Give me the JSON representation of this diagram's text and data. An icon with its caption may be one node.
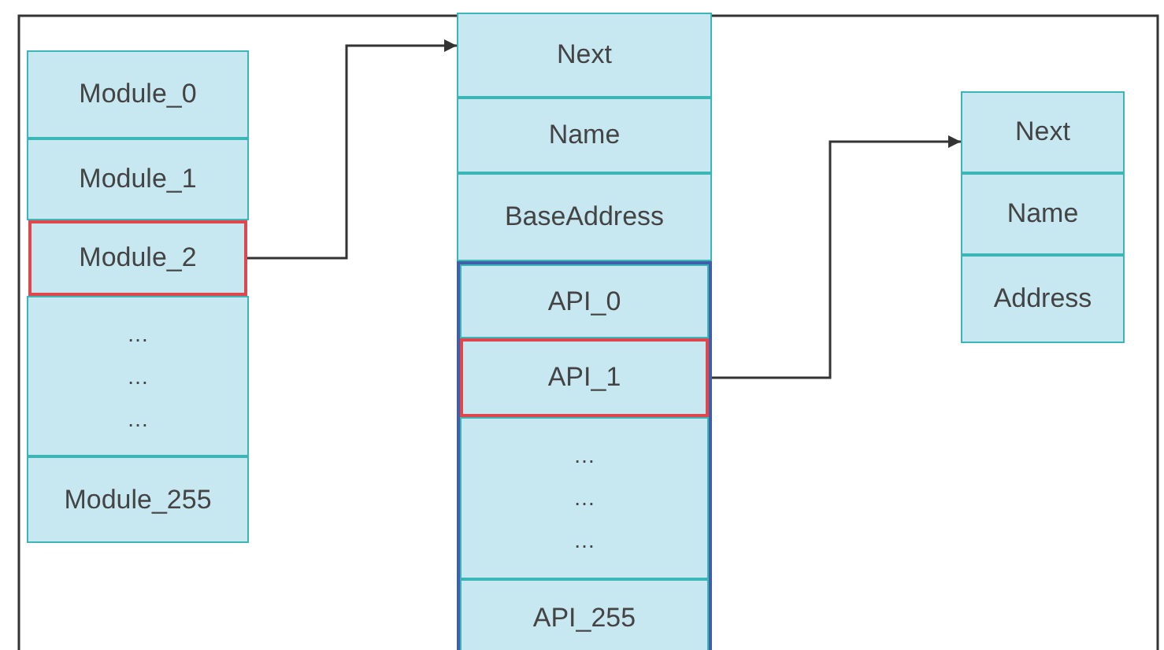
{
  "diagram": {
    "nodes": [
      {
        "text": [
          "Module_0"
        ]
      },
      {
        "text": [
          "Module_1"
        ]
      },
      {
        "text": [
          "Module_2"
        ]
      },
      {
        "text": [
          "… … …"
        ]
      },
      {
        "text": [
          "Module_255"
        ]
      },
      {
        "text": [
          "Next"
        ]
      },
      {
        "text": [
          "Name"
        ]
      },
      {
        "text": [
          "BaseAddress"
        ]
      },
      {
        "text": [],
        "shape": "box"
      },
      {
        "text": [
          "API_0"
        ],
        "in": 8
      },
      {
        "text": [
          "API_1"
        ],
        "in": 8
      },
      {
        "text": [
          "… … …"
        ],
        "in": 8
      },
      {
        "text": [
          "API_255"
        ],
        "in": 8
      },
      {
        "text": [
          "Next"
        ]
      },
      {
        "text": [
          "Name"
        ]
      },
      {
        "text": [
          "Address"
        ]
      }
    ],
    "edges": [
      {
        "from": 2,
        "to": 5,
        "arrow": "to"
      },
      {
        "from": 10,
        "to": 13,
        "arrow": "to"
      }
    ]
  }
}
